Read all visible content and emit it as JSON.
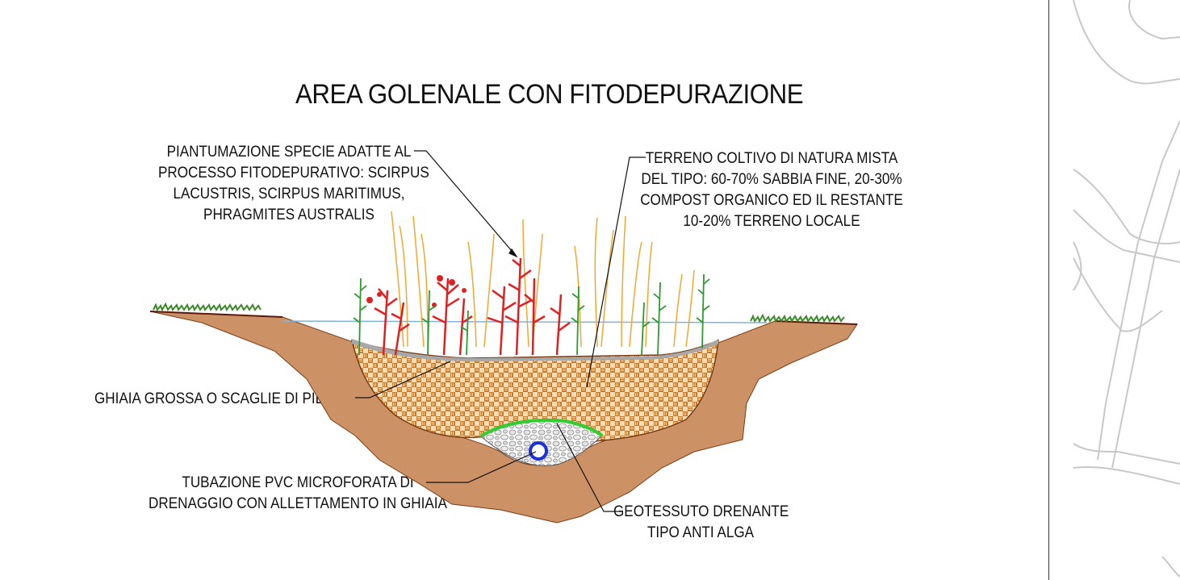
{
  "title": "AREA GOLENALE CON FITODEPURAZIONE",
  "labels": {
    "planting": "PIANTUMAZIONE SPECIE ADATTE AL\nPROCESSO FITODEPURATIVO: SCIRPUS\nLACUSTRIS, SCIRPUS MARITIMUS,\nPHRAGMITES AUSTRALIS",
    "soil": "TERRENO COLTIVO DI NATURA MISTA\nDEL TIPO: 60-70% SABBIA FINE, 20-30%\nCOMPOST ORGANICO ED IL RESTANTE\n10-20% TERRENO LOCALE",
    "gravel": "GHIAIA GROSSA O SCAGLIE DI PIETRA",
    "pipe": "TUBAZIONE PVC MICROFORATA DI\nDRENAGGIO CON ALLETTAMENTO IN GHIAIA",
    "geotextile": "GEOTESSUTO DRENANTE\nTIPO ANTI ALGA"
  },
  "colors": {
    "earth": "#c98f64",
    "soil_fill": "#f3d9b0",
    "soil_hatch": "#b06a28",
    "gravel_layer": "#a9a9a9",
    "grass": "#3a8a2a",
    "water": "#7fb3e0",
    "pipe": "#1e2fd6",
    "geotextile": "#33cc33",
    "reed": "#f0a830",
    "red_plant": "#e02020",
    "green_plant": "#2f9a2f"
  }
}
